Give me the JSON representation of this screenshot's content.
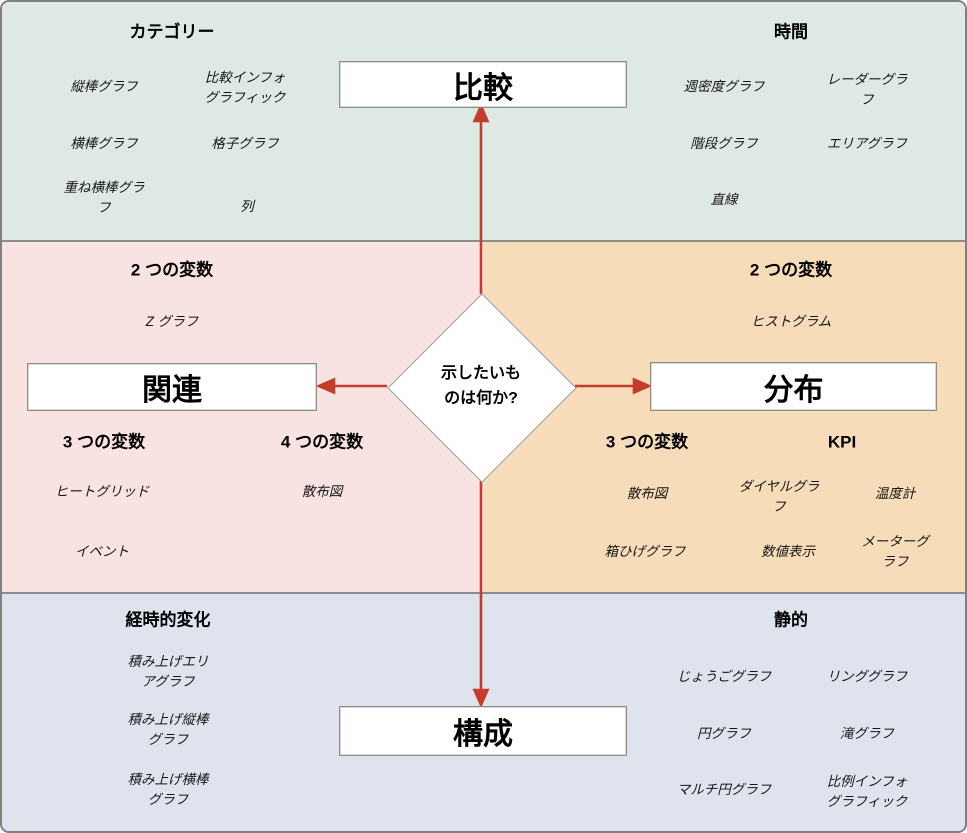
{
  "center": {
    "question": "示したいも\nのは何か?"
  },
  "nodes": {
    "comparison": "比較",
    "relationship": "関連",
    "distribution": "分布",
    "composition": "構成"
  },
  "top_left": {
    "heading": "カテゴリー",
    "items": [
      "縦棒グラフ",
      "比較インフォ\nグラフィック",
      "横棒グラフ",
      "格子グラフ",
      "重ね横棒グラ\nフ",
      "列"
    ]
  },
  "top_right": {
    "heading": "時間",
    "items": [
      "週密度グラフ",
      "レーダーグラ\nフ",
      "階段グラフ",
      "エリアグラフ",
      "直線"
    ]
  },
  "mid_left": {
    "heading_2var": "2 つの変数",
    "item_z": "Z グラフ",
    "heading_3var": "3 つの変数",
    "heading_4var": "4 つの変数",
    "item_heatgrid": "ヒートグリッド",
    "item_scatter": "散布図",
    "item_event": "イベント"
  },
  "mid_right": {
    "heading_2var": "2 つの変数",
    "item_histogram": "ヒストグラム",
    "heading_3var": "3 つの変数",
    "heading_kpi": "KPI",
    "item_scatter": "散布図",
    "item_dial": "ダイヤルグラ\nフ",
    "item_thermometer": "温度計",
    "item_boxplot": "箱ひげグラフ",
    "item_number": "数値表示",
    "item_meter": "メーターグラフ"
  },
  "bottom_left": {
    "heading": "経時的変化",
    "items": [
      "積み上げエリ\nアグラフ",
      "積み上げ縦棒\nグラフ",
      "積み上げ横棒\nグラフ"
    ]
  },
  "bottom_right": {
    "heading": "静的",
    "items": [
      "じょうごグラフ",
      "リンググラフ",
      "円グラフ",
      "滝グラフ",
      "マルチ円グラフ",
      "比例インフォ\nグラフィック"
    ]
  },
  "colors": {
    "comparison_bg": "#dfe9e4",
    "relationship_bg": "#f9e2e2",
    "distribution_bg": "#f6dcb8",
    "composition_bg": "#dee3ee",
    "arrow": "#c43d2b",
    "border": "#8c8c8c"
  }
}
